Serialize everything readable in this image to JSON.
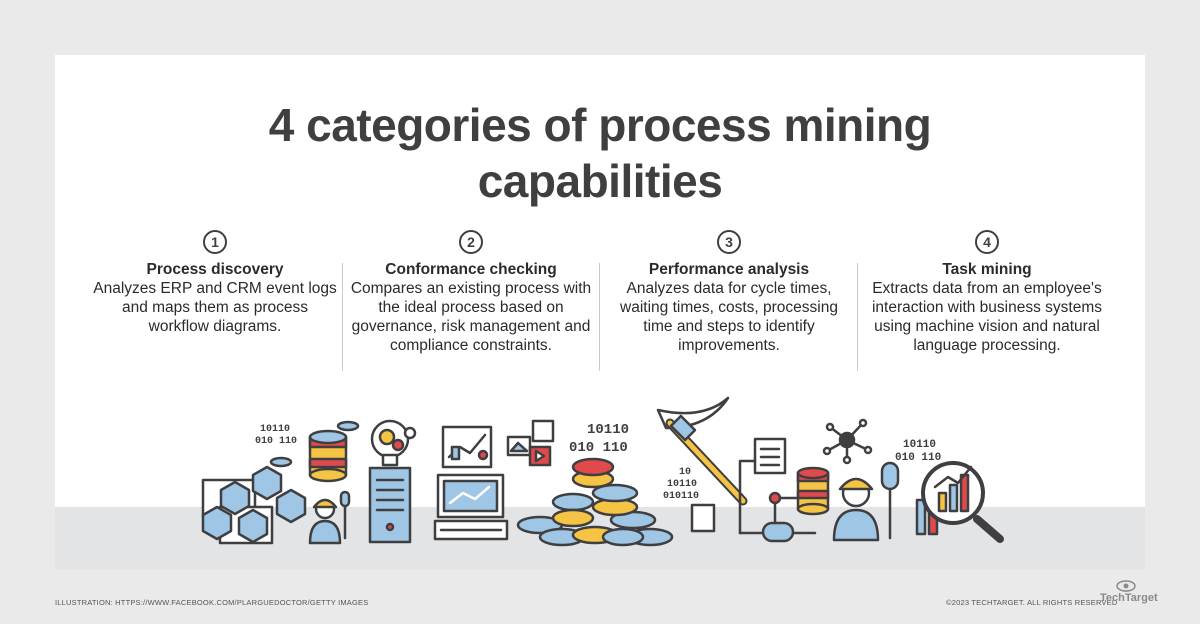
{
  "title_line1": "4 categories of process mining",
  "title_line2": "capabilities",
  "categories": [
    {
      "number": "1",
      "heading": "Process discovery",
      "text": "Analyzes ERP and CRM event logs and maps them as process workflow diagrams."
    },
    {
      "number": "2",
      "heading": "Conformance checking",
      "text": "Compares an existing process with the ideal process based on governance, risk management and compliance constraints."
    },
    {
      "number": "3",
      "heading": "Performance analysis",
      "text": "Analyzes data for cycle times, waiting times, costs, processing time and steps to identify improvements."
    },
    {
      "number": "4",
      "heading": "Task mining",
      "text": "Extracts data from an employee's interaction with business systems using machine vision and natural language processing."
    }
  ],
  "illustration": {
    "binary_1a": "10110",
    "binary_1b": "010 110",
    "binary_2a": "10110",
    "binary_2b": "010 110",
    "binary_3a": "10",
    "binary_3b": "10110",
    "binary_3c": "010110",
    "binary_4a": "10110",
    "binary_4b": "010 110"
  },
  "credit_left": "ILLUSTRATION: HTTPS://WWW.FACEBOOK.COM/PLARGUEDOCTOR/GETTY IMAGES",
  "credit_right": "©2023 TECHTARGET. ALL RIGHTS RESERVED",
  "brand": "TechTarget",
  "colors": {
    "red": "#e04a4d",
    "yellow": "#f6c444",
    "blue": "#9fc6e4",
    "dark": "#3f3f41"
  }
}
